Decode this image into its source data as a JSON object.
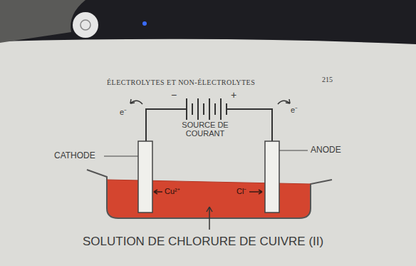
{
  "diagram": {
    "labels": [
      "ÉLECTROLYTES ET NON-ÉLECTROLYTES",
      "215",
      "e⁻",
      "−",
      "+",
      "e⁻",
      "SOURCE DE COURANT",
      "CATHODE",
      "ANODE",
      "Cu²⁺",
      "Cl⁻",
      "SOLUTION DE CHLORURE DE CUIVRE (II)"
    ]
  }
}
